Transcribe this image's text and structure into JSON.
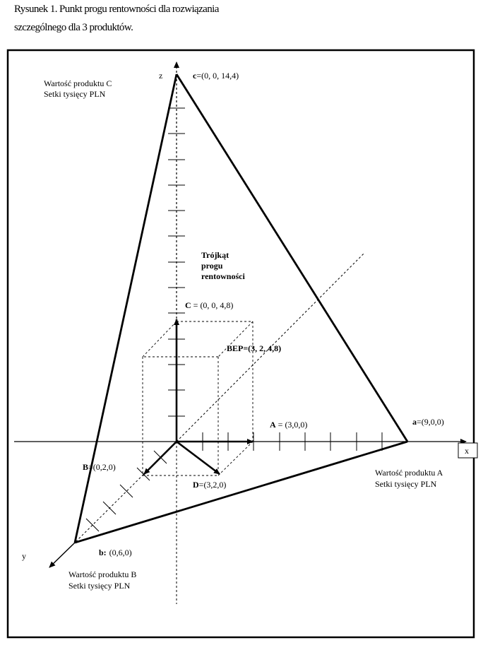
{
  "caption": {
    "line1": "Rysunek 1. Punkt progu rentowności dla rozwiązania",
    "line2": "szczególnego dla 3 produktów."
  },
  "axes": {
    "x_label": "x",
    "y_label": "y",
    "z_label": "z",
    "x_title_line1": "Wartość produktu A",
    "x_title_line2": "Setki tysięcy PLN",
    "y_title_line1": "Wartość produktu B",
    "y_title_line2": "Setki tysięcy PLN",
    "z_title_line1": "Wartość produktu C",
    "z_title_line2": "Setki tysięcy PLN"
  },
  "points": {
    "a": {
      "name": "a",
      "coords": "=(9,0,0)"
    },
    "b": {
      "name": "b:",
      "coords": "(0,6,0)"
    },
    "c": {
      "name": "c",
      "coords": "=(0, 0, 14,4)"
    },
    "A": {
      "name": "A",
      "coords": "= (3,0,0)"
    },
    "B": {
      "name": "B",
      "coords": "=(0,2,0)"
    },
    "C": {
      "name": "C",
      "coords": "= (0, 0, 4,8)"
    },
    "D": {
      "name": "D",
      "coords": "=(3,2,0)"
    },
    "BEP": {
      "name": "BEP=(3, 2, 4,8)"
    }
  },
  "triangle_label": {
    "line1": "Trójkąt",
    "line2": "progu",
    "line3": "rentowności"
  }
}
